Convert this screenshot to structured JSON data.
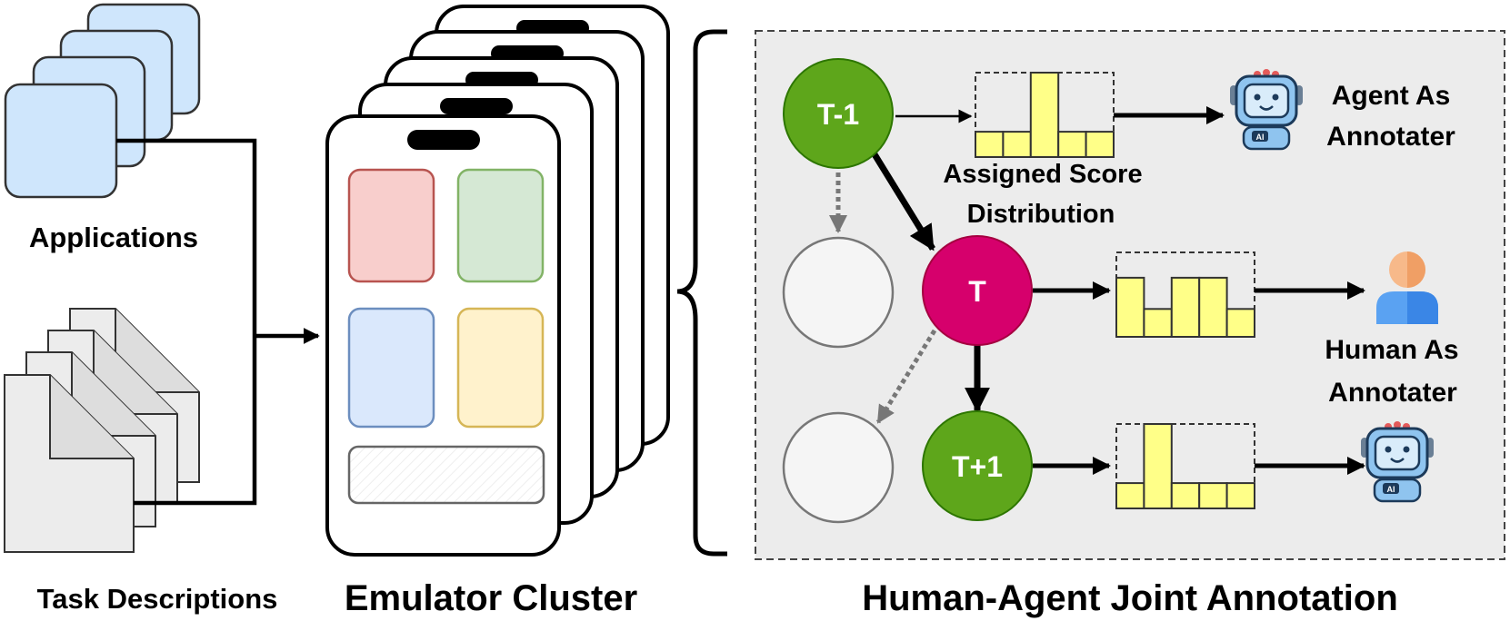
{
  "sections": {
    "applications_label": "Applications",
    "tasks_label": "Task Descriptions",
    "emulator_label": "Emulator Cluster",
    "annotation_label": "Human-Agent Joint Annotation"
  },
  "nodes": {
    "prev": "T-1",
    "current": "T",
    "next": "T+1"
  },
  "annotation": {
    "score_label_line1": "Assigned Score",
    "score_label_line2": "Distribution",
    "agent_top_line1": "Agent As",
    "agent_top_line2": "Annotater",
    "human_line1": "Human As",
    "human_line2": "Annotater",
    "ai_badge": "AI"
  },
  "histograms": {
    "prev": [
      0.3,
      0.3,
      1.0,
      0.3,
      0.3
    ],
    "current": [
      0.7,
      0.33,
      0.7,
      0.7,
      0.33
    ],
    "next": [
      0.3,
      1.0,
      0.3,
      0.3,
      0.3
    ]
  },
  "colors": {
    "app_card": "#cfe6fc",
    "doc": "#ececec",
    "tile_red": "#f8cecc",
    "tile_green": "#d5e8d4",
    "tile_blue": "#dae8fc",
    "tile_yellow": "#fff2cc",
    "node_green": "#5ea61b",
    "node_magenta": "#d6006c",
    "node_empty": "#f5f5f5",
    "hist_bar": "#ffff88",
    "panel_bg": "#ececec"
  }
}
